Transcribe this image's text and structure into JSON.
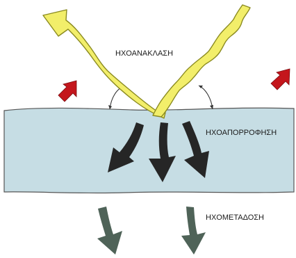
{
  "labels": {
    "reflection": "ΗΧΟΑΝΑΚΛΑΣΗ",
    "absorption": "ΗΧΟΑΠΟΡΡΟΦΗΣΗ",
    "transmission": "ΗΧΟΜΕΤΑΔΟΣΗ"
  },
  "colors": {
    "wall_fill": "#c6dde4",
    "wall_stroke": "#555555",
    "incident_and_reflected_wave": "#f2ee6a",
    "wave_outline": "#8a8a20",
    "ambient_arrow": "#c4161c",
    "absorption_arrow": "#262626",
    "transmission_arrow": "#4f6358",
    "angle_arc": "#333333"
  },
  "icons": [
    "reflected-wave-arrow",
    "incident-wave",
    "angle-arc",
    "red-arrow",
    "absorption-arrow",
    "transmission-arrow"
  ]
}
